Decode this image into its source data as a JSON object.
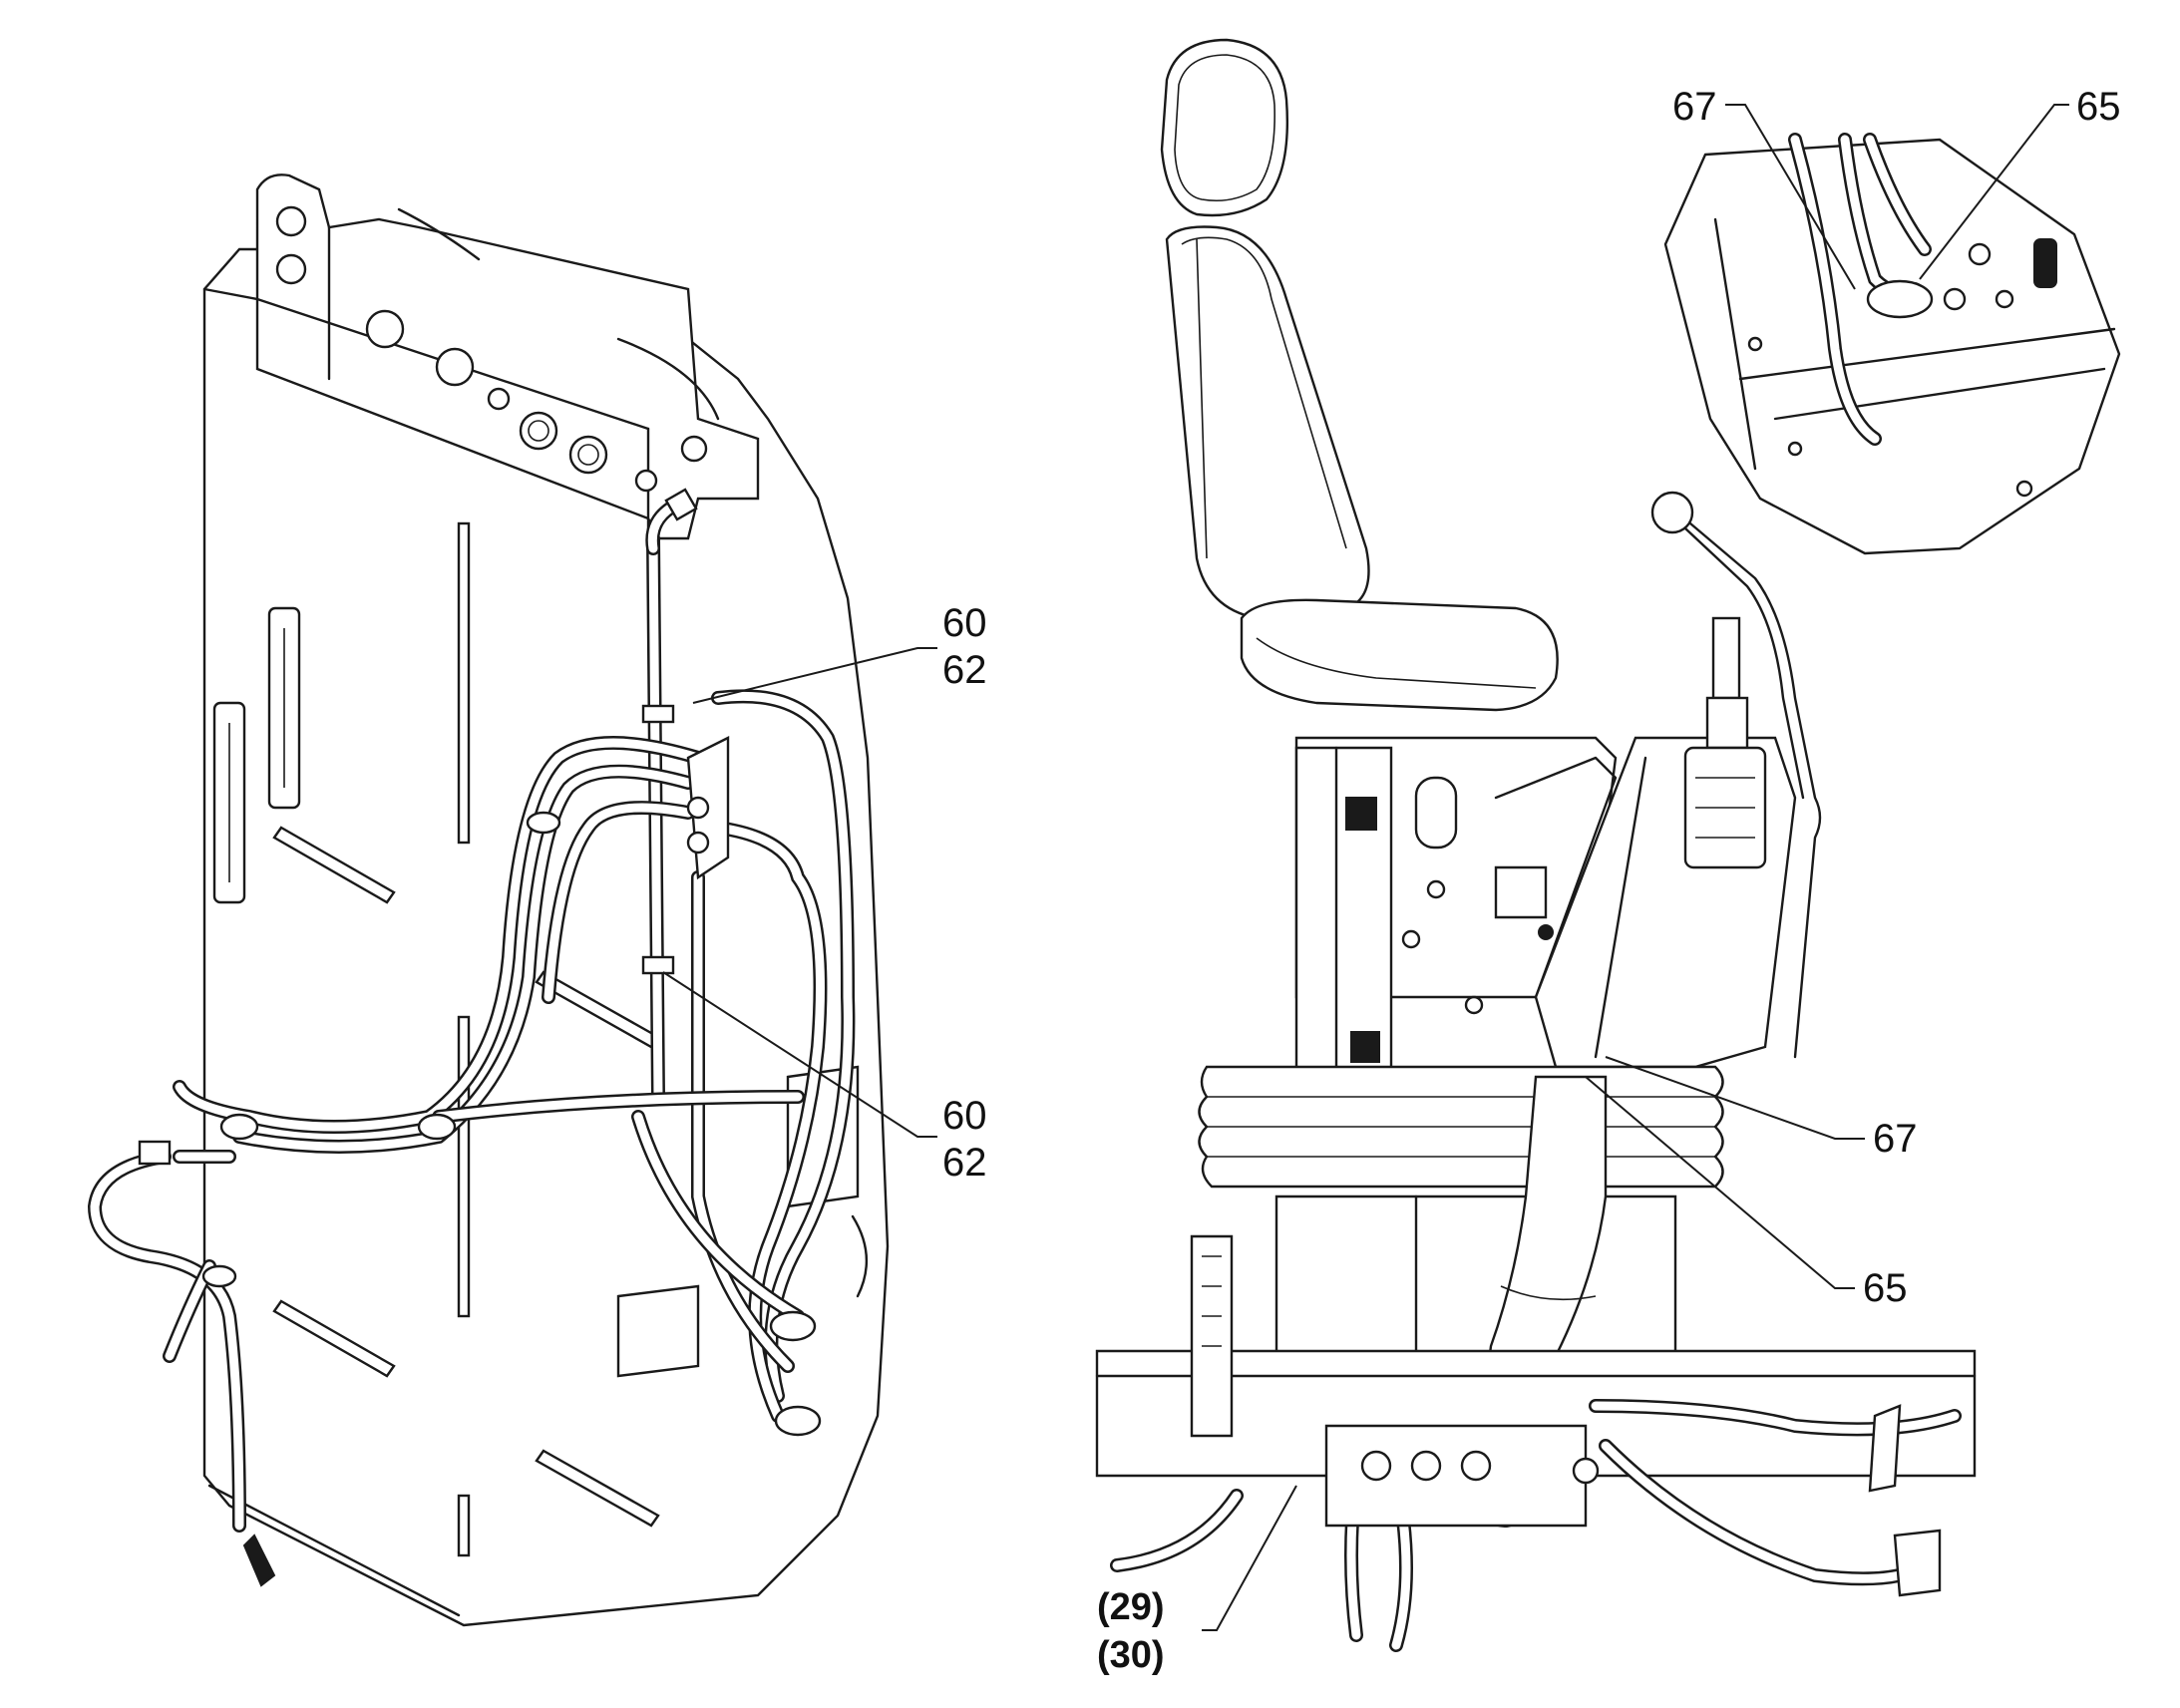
{
  "callouts": {
    "upper_pair": {
      "a": "60",
      "b": "62"
    },
    "lower_pair": {
      "a": "60",
      "b": "62"
    },
    "detail_left": "67",
    "detail_right": "65",
    "seat_67": "67",
    "seat_65": "65",
    "ref": {
      "a": "(29)",
      "b": "(30)"
    }
  }
}
